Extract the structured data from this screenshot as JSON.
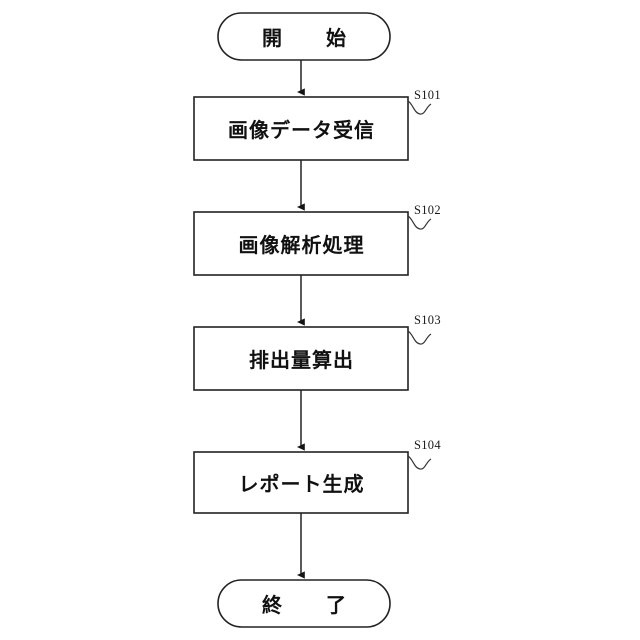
{
  "diagram": {
    "type": "flowchart",
    "orientation": "vertical",
    "background_color": "#ffffff",
    "line_color": "#222222",
    "text_color": "#111111",
    "nodes": [
      {
        "id": "start",
        "shape": "terminal",
        "label": "開　始",
        "step": ""
      },
      {
        "id": "s101",
        "shape": "process",
        "label": "画像データ受信",
        "step": "S101"
      },
      {
        "id": "s102",
        "shape": "process",
        "label": "画像解析処理",
        "step": "S102"
      },
      {
        "id": "s103",
        "shape": "process",
        "label": "排出量算出",
        "step": "S103"
      },
      {
        "id": "s104",
        "shape": "process",
        "label": "レポート生成",
        "step": "S104"
      },
      {
        "id": "end",
        "shape": "terminal",
        "label": "終　了",
        "step": ""
      }
    ],
    "edges": [
      {
        "from": "start",
        "to": "s101",
        "arrow": "down"
      },
      {
        "from": "s101",
        "to": "s102",
        "arrow": "down"
      },
      {
        "from": "s102",
        "to": "s103",
        "arrow": "down"
      },
      {
        "from": "s103",
        "to": "s104",
        "arrow": "down"
      },
      {
        "from": "s104",
        "to": "end",
        "arrow": "down"
      }
    ]
  }
}
